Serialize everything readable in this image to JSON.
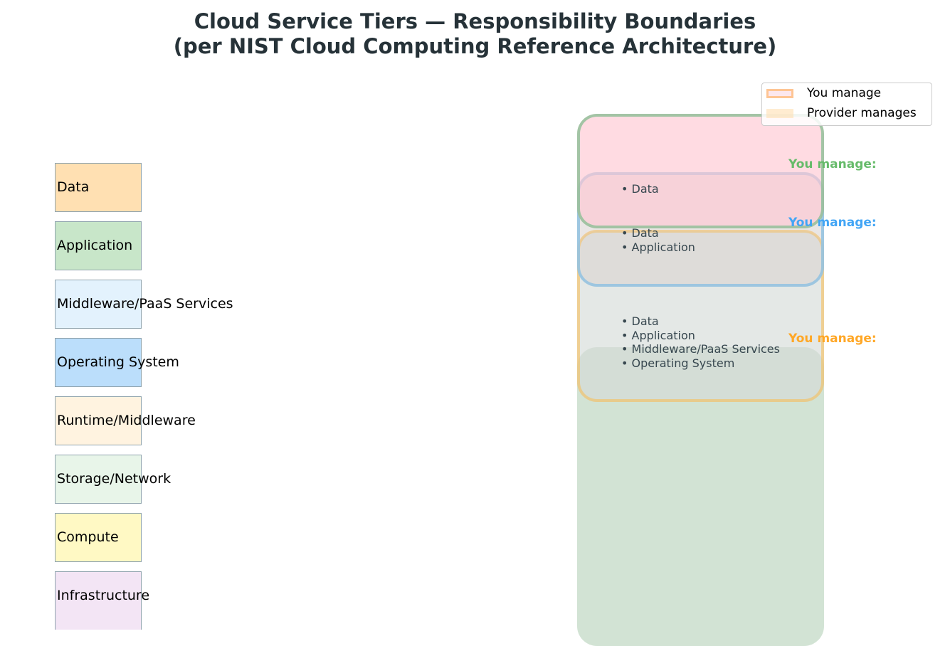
{
  "title": {
    "line1": "Cloud Service Tiers — Responsibility Boundaries",
    "line2": "(per NIST Cloud Computing Reference Architecture)"
  },
  "layers": [
    {
      "label": "Data",
      "color": "#ffe0b2"
    },
    {
      "label": "Application",
      "color": "#c8e6c9"
    },
    {
      "label": "Middleware/PaaS Services",
      "color": "#e3f2fd"
    },
    {
      "label": "Operating System",
      "color": "#bbdefb"
    },
    {
      "label": "Runtime/Middleware",
      "color": "#fff3e0"
    },
    {
      "label": "Storage/Network",
      "color": "#e8f5e9"
    },
    {
      "label": "Compute",
      "color": "#fff9c4"
    },
    {
      "label": "Infrastructure",
      "color": "#f3e5f5"
    }
  ],
  "tiers": [
    {
      "heading": "You manage:",
      "color": "#66bb6a",
      "items": [
        "Data"
      ]
    },
    {
      "heading": "You manage:",
      "color": "#42a5f5",
      "items": [
        "Data",
        "Application"
      ]
    },
    {
      "heading": "You manage:",
      "color": "#ffa726",
      "items": [
        "Data",
        "Application",
        "Middleware/PaaS Services",
        "Operating System"
      ]
    }
  ],
  "legend": {
    "you_manage": "You manage",
    "provider_manages": "Provider manages"
  }
}
